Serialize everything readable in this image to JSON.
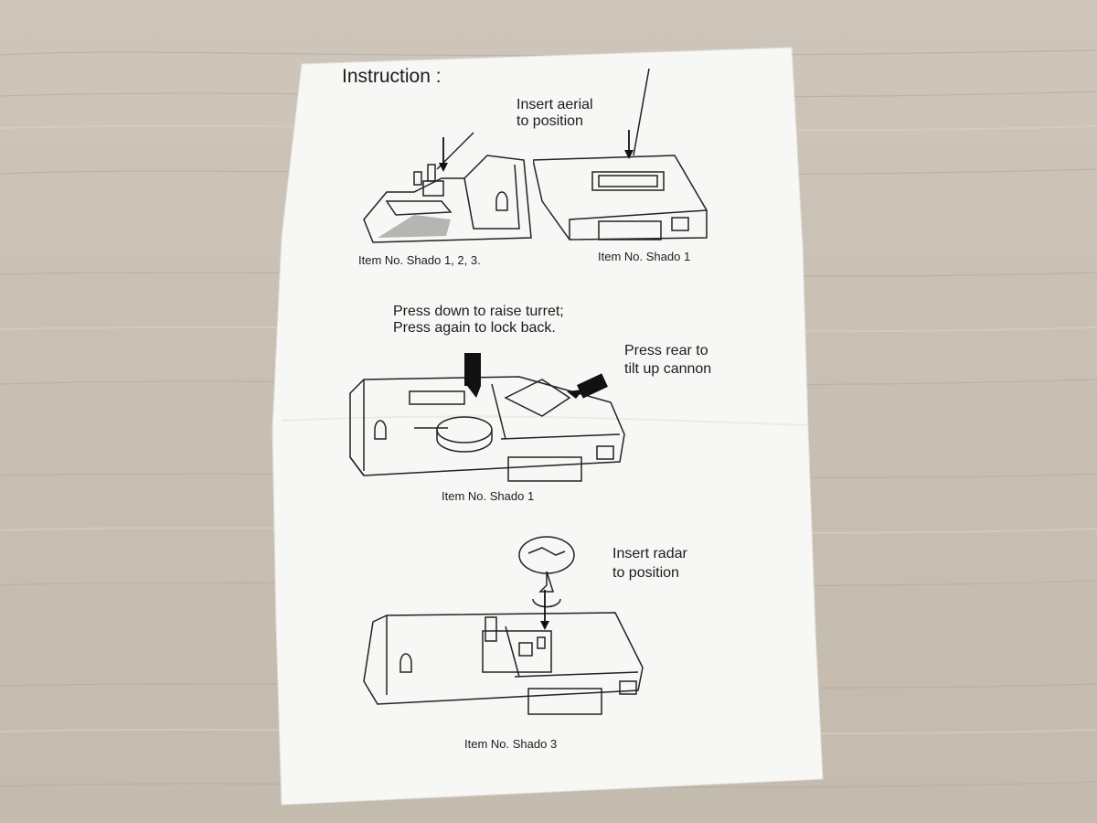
{
  "instruction_sheet": {
    "title": "Instruction :",
    "step_aerial": {
      "label_line1": "Insert aerial",
      "label_line2": "to position",
      "caption_left": "Item No. Shado 1, 2, 3.",
      "caption_right": "Item No. Shado 1"
    },
    "step_turret": {
      "label_line1": "Press down to raise turret;",
      "label_line2": "Press again to lock back.",
      "cannon_line1": "Press rear to",
      "cannon_line2": "tilt up cannon",
      "caption": "Item No. Shado 1"
    },
    "step_radar": {
      "label_line1": "Insert radar",
      "label_line2": "to position",
      "caption": "Item No. Shado 3"
    }
  },
  "colors": {
    "table": "#c9c0b4",
    "paper": "#f7f7f5",
    "ink": "#1c1c1c"
  }
}
